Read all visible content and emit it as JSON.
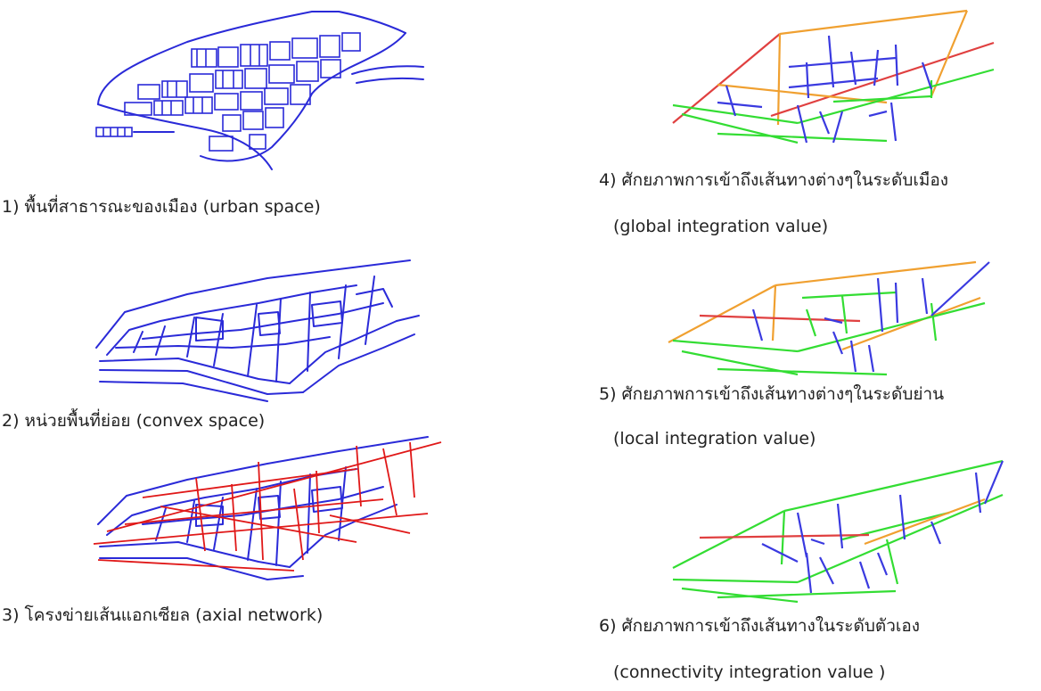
{
  "panels": [
    {
      "id": "1",
      "caption": "1) พื้นที่สาธารณะของเมือง (urban space)"
    },
    {
      "id": "2",
      "caption": "2) หน่วยพื้นที่ย่อย (convex space)"
    },
    {
      "id": "3",
      "caption": "3) โครงข่ายเส้นแอกเซียล (axial network)"
    },
    {
      "id": "4",
      "caption_line1": "4) ศักยภาพการเข้าถึงเส้นทางต่างๆในระดับเมือง",
      "caption_line2": "(global integration value)"
    },
    {
      "id": "5",
      "caption_line1": "5) ศักยภาพการเข้าถึงเส้นทางต่างๆในระดับย่าน",
      "caption_line2": "(local integration value)"
    },
    {
      "id": "6",
      "caption_line1": "6) ศักยภาพการเข้าถึงเส้นทางในระดับตัวเอง",
      "caption_line2": "(connectivity integration value )"
    }
  ],
  "colors": {
    "network_blue": "#2a2ad8",
    "axial_red": "#e01818",
    "value_high": "#e04040",
    "value_mid": "#f0a030",
    "value_low": "#33dd33",
    "value_other": "#3a3ae0"
  }
}
